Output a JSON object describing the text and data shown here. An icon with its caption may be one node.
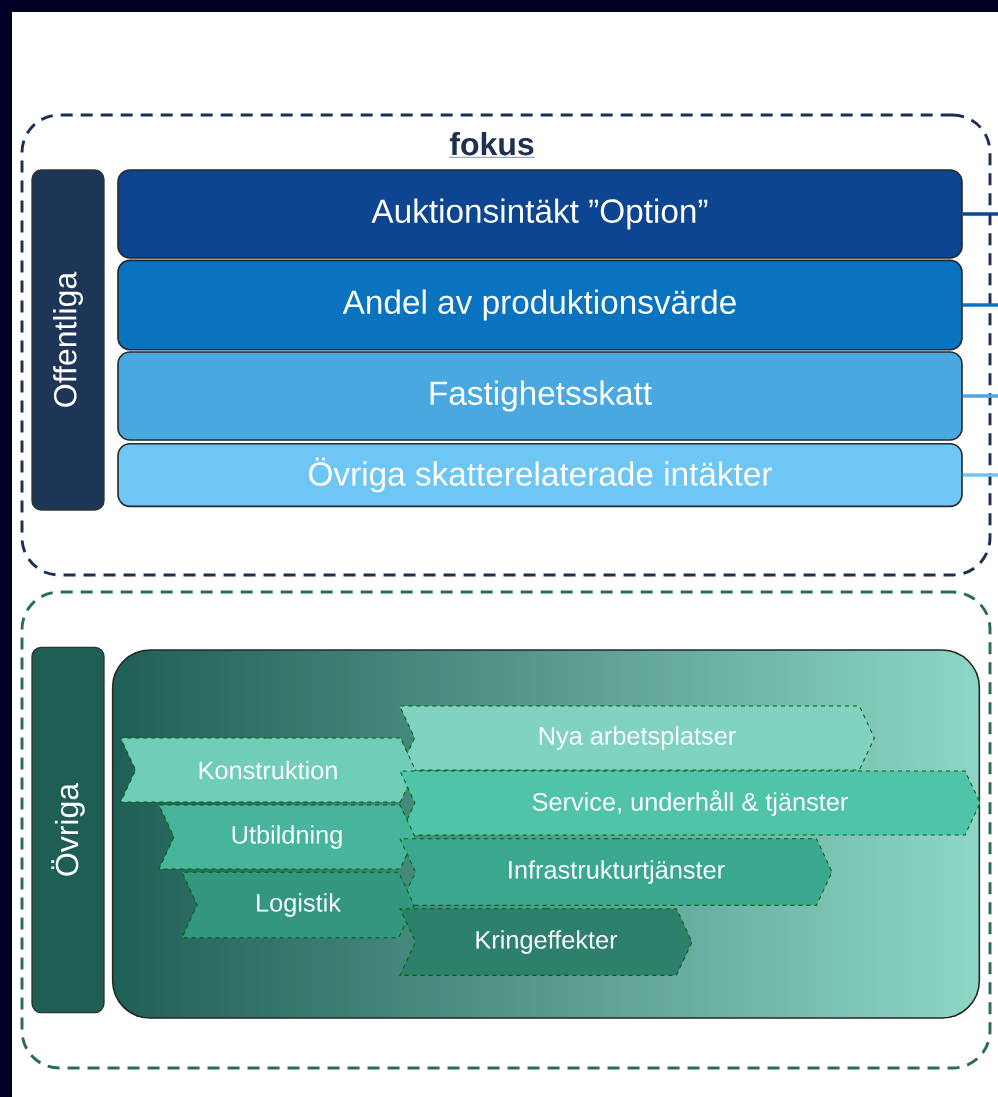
{
  "diagram": {
    "nodes": [
      {
        "text": [
          "fokus"
        ]
      },
      {
        "text": [
          "Offentliga"
        ],
        "in": 0
      },
      {
        "text": [
          "Auktionsintäkt ”Option”"
        ],
        "in": 0
      },
      {
        "text": [
          "Andel av produktionsvärde"
        ],
        "in": 0
      },
      {
        "text": [
          "Fastighetsskatt"
        ],
        "in": 0
      },
      {
        "text": [
          "Övriga skatterelaterade intäkter"
        ],
        "in": 0
      },
      {
        "text": [],
        "shape": "box"
      },
      {
        "text": [
          "Övriga"
        ],
        "in": 6
      },
      {
        "text": [],
        "shape": "box",
        "in": 6
      },
      {
        "text": [
          "Nya arbetsplatser"
        ],
        "in": 8
      },
      {
        "text": [
          "Konstruktion"
        ],
        "in": 8
      },
      {
        "text": [
          "Service, underhåll & tjänster"
        ],
        "in": 8
      },
      {
        "text": [
          "Utbildning"
        ],
        "in": 8
      },
      {
        "text": [
          "Infrastrukturtjänster"
        ],
        "in": 8
      },
      {
        "text": [
          "Logistik"
        ],
        "in": 8
      },
      {
        "text": [
          "Kringeffekter"
        ],
        "in": 8
      }
    ],
    "edges": [
      {
        "from": 2,
        "to": null,
        "arrow": "none",
        "color": "#0d4590"
      },
      {
        "from": 3,
        "to": null,
        "arrow": "none",
        "color": "#0a73c0"
      },
      {
        "from": 4,
        "to": null,
        "arrow": "none",
        "color": "#4aa8e0"
      },
      {
        "from": 5,
        "to": null,
        "arrow": "none",
        "color": "#6ec6f5"
      }
    ]
  }
}
